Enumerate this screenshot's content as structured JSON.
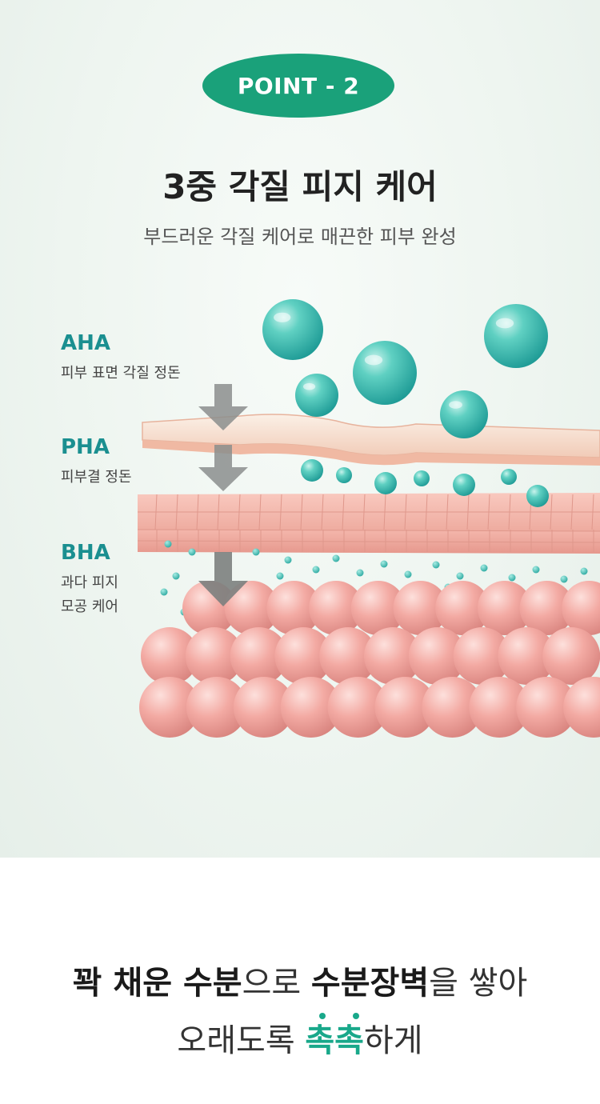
{
  "badge": {
    "label": "POINT - 2"
  },
  "title": "3중 각질 피지 케어",
  "subtitle": "부드러운 각질 케어로 매끈한 피부 완성",
  "layers": [
    {
      "label": "AHA",
      "desc_lines": [
        "피부 표면 각질 정돈"
      ]
    },
    {
      "label": "PHA",
      "desc_lines": [
        "피부결 정돈"
      ]
    },
    {
      "label": "BHA",
      "desc_lines": [
        "과다 피지",
        "모공 케어"
      ]
    }
  ],
  "bottom": {
    "line1": [
      {
        "text": "꽉 채운 수분",
        "style": "bold"
      },
      {
        "text": "으로 ",
        "style": "regular"
      },
      {
        "text": "수분장벽",
        "style": "bold"
      },
      {
        "text": "을 쌓아",
        "style": "regular"
      }
    ],
    "line2_prefix": "오래도록 ",
    "line2_accent": "촉촉",
    "line2_suffix": "하게"
  },
  "colors": {
    "brand_green": "#1aa17a",
    "acid_label": "#1a8f90",
    "accent_text": "#19a88a",
    "droplet": "#3cc1b4",
    "skin_pink": "#f1a9a4",
    "background": "#eef5f0"
  },
  "icons": [
    "down-arrow-icon",
    "water-droplet-icon",
    "skin-cell-icon"
  ]
}
